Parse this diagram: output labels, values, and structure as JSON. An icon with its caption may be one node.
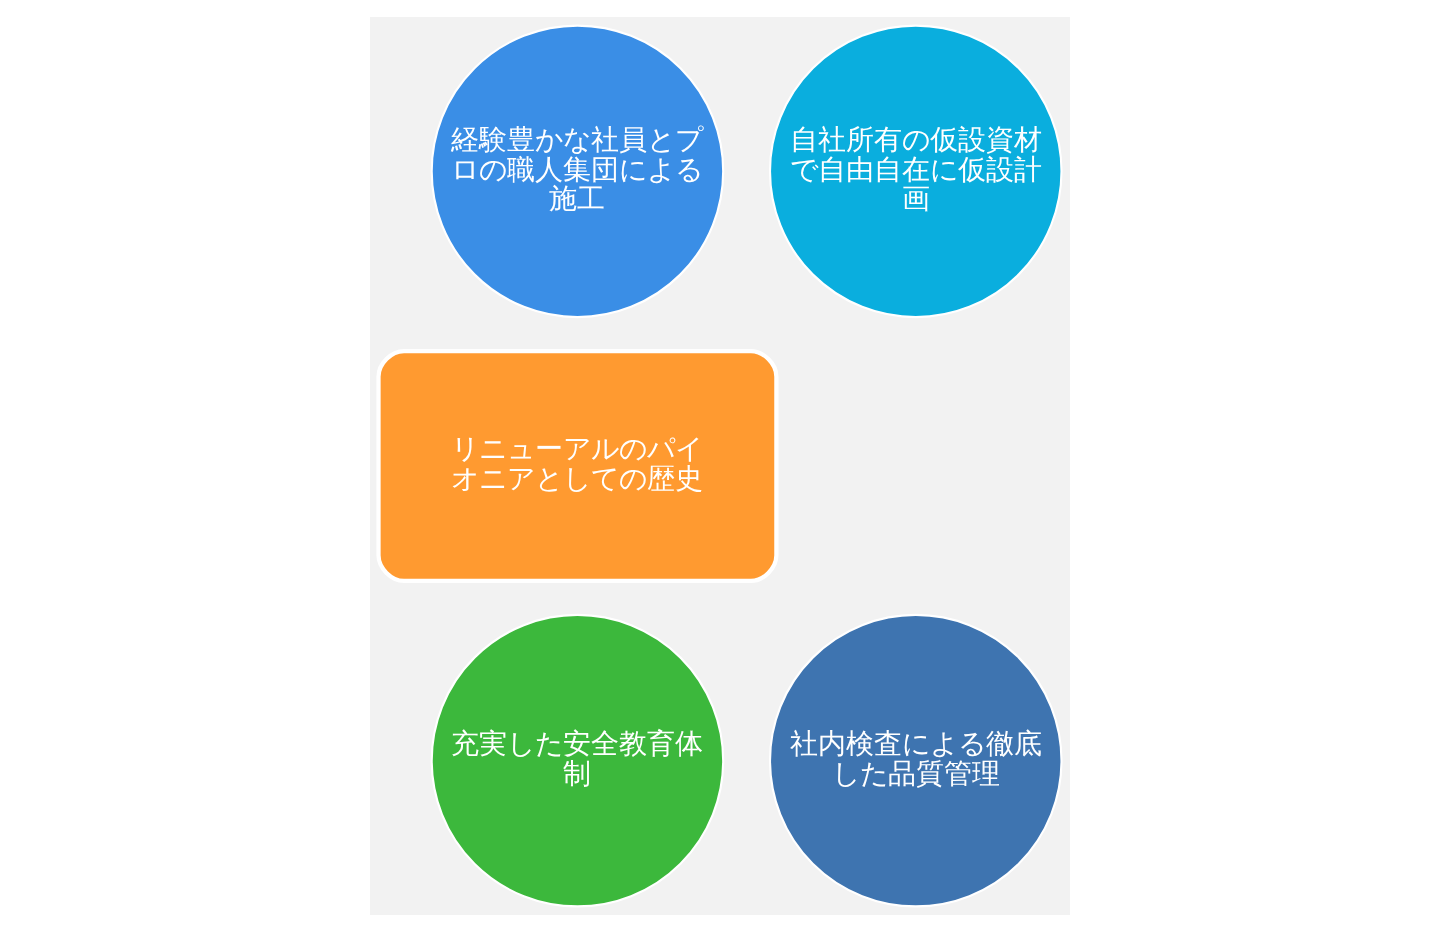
{
  "diagram": {
    "nodes": [
      {
        "text": [
          "経験豊かな社員とプロの職人集団による施工"
        ]
      },
      {
        "text": [
          "リニューアルのパイオニアとしての歴史"
        ]
      },
      {
        "text": [
          "自社所有の仮設資材で自由自在に仮設計画"
        ]
      },
      {
        "text": [
          "充実した安全教育体制"
        ]
      },
      {
        "text": [
          "社内検査による徹底した品質管理"
        ]
      }
    ],
    "edges": []
  }
}
